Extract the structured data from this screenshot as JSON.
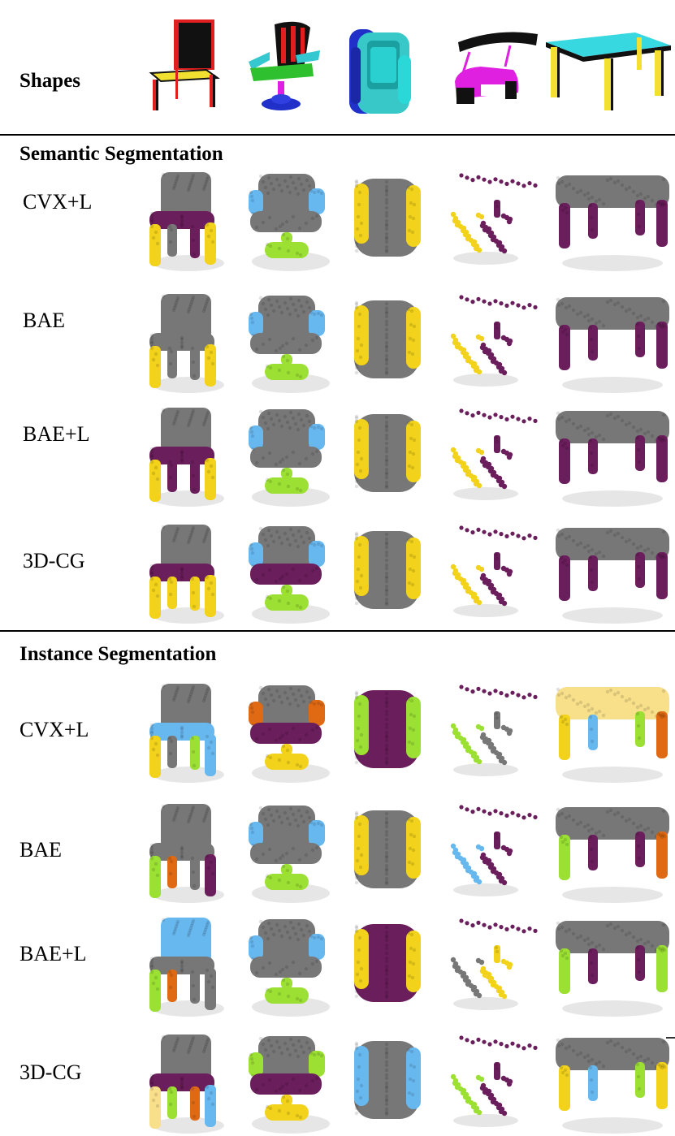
{
  "row_header": {
    "shapes": "Shapes"
  },
  "semantic": {
    "title": "Semantic Segmentation",
    "rows": [
      {
        "label": "CVX+L",
        "sets": [
          "sem_cvx"
        ]
      },
      {
        "label": "BAE"
      },
      {
        "label": "BAE+L"
      },
      {
        "label": "3D-CG"
      }
    ]
  },
  "instance": {
    "title": "Instance Segmentation",
    "rows": [
      {
        "label": "CVX+L"
      },
      {
        "label": "BAE"
      },
      {
        "label": "BAE+L"
      },
      {
        "label": "3D-CG"
      }
    ]
  },
  "colors": {
    "gray": "#777777",
    "purple": "#6b1e5c",
    "yellow": "#f2d21a",
    "lightblue": "#68b8f0",
    "green": "#9be033",
    "orange": "#e06a14",
    "teal": "#3fd8d8",
    "blue": "#2030c8",
    "magenta": "#e020e0",
    "black": "#111111",
    "red": "#e02020",
    "pale": "#f8e08a",
    "darkgreen": "#1a7a2a"
  },
  "grid": {
    "semantic": [
      [
        {
          "kind": "chair",
          "back": "gray",
          "seat": "purple",
          "legs": [
            "yellow",
            "gray",
            "purple",
            "yellow"
          ]
        },
        {
          "kind": "swivel",
          "back": "gray",
          "seat": "gray",
          "arms": "lightblue",
          "base": "green"
        },
        {
          "kind": "pack",
          "main": "gray",
          "side": "yellow"
        },
        {
          "kind": "car",
          "a": "yellow",
          "b": "purple"
        },
        {
          "kind": "table",
          "top": "gray",
          "legs": [
            "purple",
            "purple",
            "purple",
            "purple"
          ]
        }
      ],
      [
        {
          "kind": "chair",
          "back": "gray",
          "seat": "gray",
          "legs": [
            "yellow",
            "gray",
            "gray",
            "yellow"
          ]
        },
        {
          "kind": "swivel",
          "back": "gray",
          "seat": "gray",
          "arms": "lightblue",
          "base": "green"
        },
        {
          "kind": "pack",
          "main": "gray",
          "side": "yellow"
        },
        {
          "kind": "car",
          "a": "yellow",
          "b": "purple"
        },
        {
          "kind": "table",
          "top": "gray",
          "legs": [
            "purple",
            "purple",
            "purple",
            "purple"
          ]
        }
      ],
      [
        {
          "kind": "chair",
          "back": "gray",
          "seat": "purple",
          "legs": [
            "yellow",
            "purple",
            "purple",
            "yellow"
          ]
        },
        {
          "kind": "swivel",
          "back": "gray",
          "seat": "gray",
          "arms": "lightblue",
          "base": "green"
        },
        {
          "kind": "pack",
          "main": "gray",
          "side": "yellow"
        },
        {
          "kind": "car",
          "a": "yellow",
          "b": "purple"
        },
        {
          "kind": "table",
          "top": "gray",
          "legs": [
            "purple",
            "purple",
            "purple",
            "purple"
          ]
        }
      ],
      [
        {
          "kind": "chair",
          "back": "gray",
          "seat": "purple",
          "legs": [
            "yellow",
            "yellow",
            "yellow",
            "yellow"
          ]
        },
        {
          "kind": "swivel",
          "back": "gray",
          "seat": "purple",
          "arms": "lightblue",
          "base": "green"
        },
        {
          "kind": "pack",
          "main": "gray",
          "side": "yellow"
        },
        {
          "kind": "car",
          "a": "yellow",
          "b": "purple"
        },
        {
          "kind": "table",
          "top": "gray",
          "legs": [
            "purple",
            "purple",
            "purple",
            "purple"
          ]
        }
      ]
    ],
    "instance": [
      [
        {
          "kind": "chair",
          "back": "gray",
          "seat": "lightblue",
          "legs": [
            "yellow",
            "gray",
            "green",
            "lightblue"
          ]
        },
        {
          "kind": "swivel",
          "back": "gray",
          "seat": "purple",
          "arms": "orange",
          "base": "yellow"
        },
        {
          "kind": "pack",
          "main": "purple",
          "side": "green"
        },
        {
          "kind": "car",
          "a": "green",
          "b": "gray"
        },
        {
          "kind": "table",
          "top": "pale",
          "legs": [
            "yellow",
            "lightblue",
            "green",
            "orange"
          ]
        }
      ],
      [
        {
          "kind": "chair",
          "back": "gray",
          "seat": "gray",
          "legs": [
            "green",
            "orange",
            "gray",
            "purple"
          ]
        },
        {
          "kind": "swivel",
          "back": "gray",
          "seat": "gray",
          "arms": "lightblue",
          "base": "green"
        },
        {
          "kind": "pack",
          "main": "gray",
          "side": "yellow"
        },
        {
          "kind": "car",
          "a": "lightblue",
          "b": "purple"
        },
        {
          "kind": "table",
          "top": "gray",
          "legs": [
            "green",
            "purple",
            "purple",
            "orange"
          ]
        }
      ],
      [
        {
          "kind": "chair",
          "back": "lightblue",
          "seat": "gray",
          "legs": [
            "green",
            "orange",
            "gray",
            "gray"
          ]
        },
        {
          "kind": "swivel",
          "back": "gray",
          "seat": "gray",
          "arms": "lightblue",
          "base": "green"
        },
        {
          "kind": "pack",
          "main": "purple",
          "side": "yellow"
        },
        {
          "kind": "car",
          "a": "gray",
          "b": "yellow"
        },
        {
          "kind": "table",
          "top": "gray",
          "legs": [
            "green",
            "purple",
            "purple",
            "green"
          ]
        }
      ],
      [
        {
          "kind": "chair",
          "back": "gray",
          "seat": "purple",
          "legs": [
            "pale",
            "green",
            "orange",
            "lightblue"
          ]
        },
        {
          "kind": "swivel",
          "back": "gray",
          "seat": "purple",
          "arms": "green",
          "base": "yellow"
        },
        {
          "kind": "pack",
          "main": "gray",
          "side": "lightblue"
        },
        {
          "kind": "car",
          "a": "green",
          "b": "purple"
        },
        {
          "kind": "table",
          "top": "gray",
          "legs": [
            "yellow",
            "lightblue",
            "green",
            "yellow"
          ]
        }
      ]
    ]
  }
}
